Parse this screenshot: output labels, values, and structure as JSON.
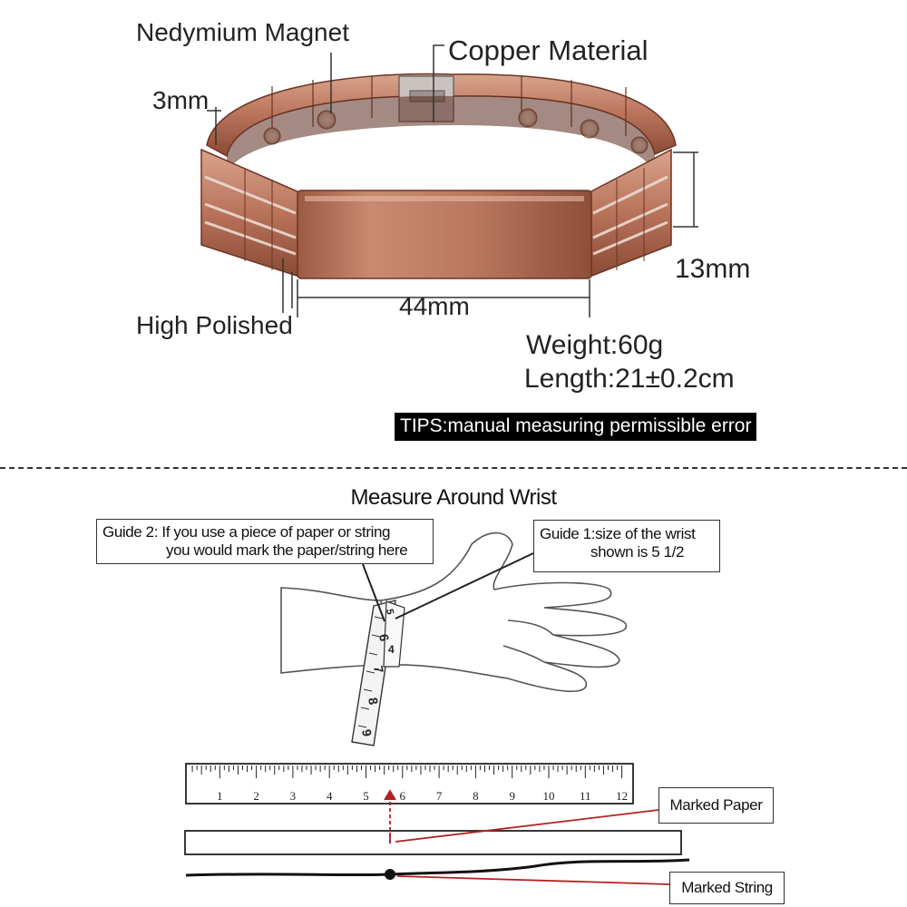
{
  "product": {
    "labels": {
      "magnet": "Nedymium Magnet",
      "material": "Copper Material",
      "thickness": "3mm",
      "width": "13mm",
      "plate_length": "44mm",
      "finish": "High Polished"
    },
    "weight": "Weight:60g",
    "length": "Length:21±0.2cm",
    "tips": "TIPS:manual measuring permissible error"
  },
  "guide": {
    "title": "Measure Around Wrist",
    "guide2_line1": "Guide 2: If you use a piece of paper or string",
    "guide2_line2": "you would mark the paper/string here",
    "guide1_line1": "Guide 1:size of the wrist",
    "guide1_line2": "shown is 5 1/2",
    "marked_paper": "Marked Paper",
    "marked_string": "Marked String",
    "ruler_numbers": [
      "1",
      "2",
      "3",
      "4",
      "5",
      "6",
      "7",
      "8",
      "9",
      "10",
      "11",
      "12"
    ],
    "tape_numbers": [
      "5",
      "6",
      "7",
      "8",
      "9",
      "4"
    ]
  },
  "colors": {
    "copper": "#b8735a",
    "copper_dark": "#7a3f2b",
    "copper_light": "#d9a48c",
    "marker_red": "#b22222",
    "tips_bg": "#000000"
  }
}
